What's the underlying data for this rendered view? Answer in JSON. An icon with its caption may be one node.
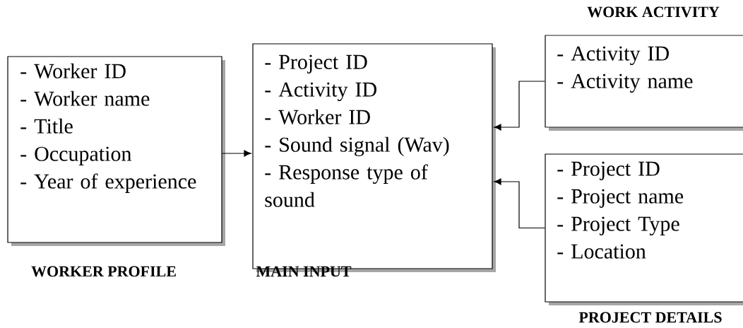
{
  "diagram": {
    "nodes": [
      {
        "text": [
          "- Worker ID",
          "- Worker name",
          "- Title",
          "- Occupation",
          "- Year of experience",
          "WORKER PROFILE"
        ]
      },
      {
        "text": [
          "- Project ID",
          "- Activity ID",
          "- Worker ID",
          "- Sound signal (Wav)",
          "- Response type of sound",
          "MAIN INPUT"
        ]
      },
      {
        "text": [
          "WORK ACTIVITY",
          "- Activity ID",
          "- Activity name"
        ]
      },
      {
        "text": [
          "- Project ID",
          "- Project name",
          "- Project Type",
          "- Location",
          "PROJECT DETAILS"
        ]
      }
    ],
    "edges": [
      {
        "from": 0,
        "to": 1,
        "arrow": "to"
      },
      {
        "from": 2,
        "to": 1,
        "arrow": "to"
      },
      {
        "from": 3,
        "to": 1,
        "arrow": "to"
      }
    ]
  }
}
